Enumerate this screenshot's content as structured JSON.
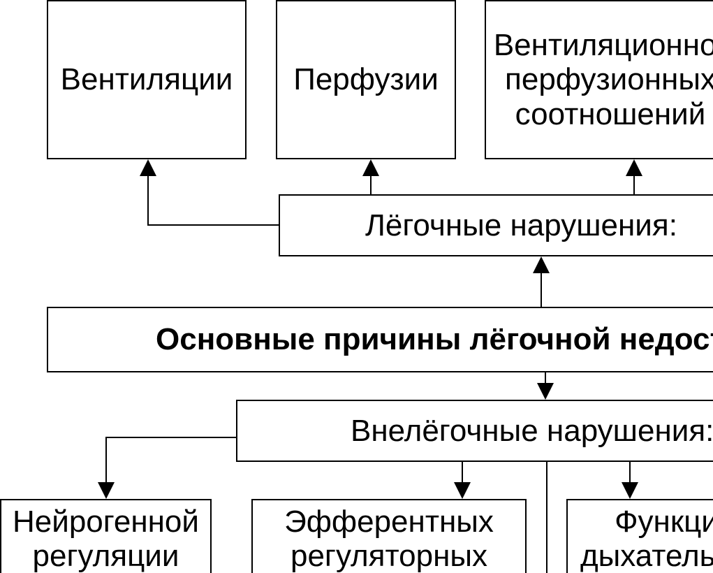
{
  "diagram": {
    "main_cause": "Основные причины лёгочной недостаточности",
    "pulmonary": {
      "label": "Лёгочные нарушения:",
      "children": [
        {
          "lines": [
            "Вентиляции"
          ]
        },
        {
          "lines": [
            "Перфузии"
          ]
        },
        {
          "lines": [
            "Вентиляционно-",
            "перфузионных",
            "соотношений"
          ]
        }
      ]
    },
    "extrapulmonary": {
      "label": "Внелёгочные нарушения:",
      "children": [
        {
          "lines": [
            "Нейрогенной",
            "регуляции"
          ]
        },
        {
          "lines": [
            "Эфферентных",
            "регуляторных"
          ]
        },
        {
          "lines": [
            "Функции",
            "дыхательных"
          ]
        }
      ]
    }
  }
}
